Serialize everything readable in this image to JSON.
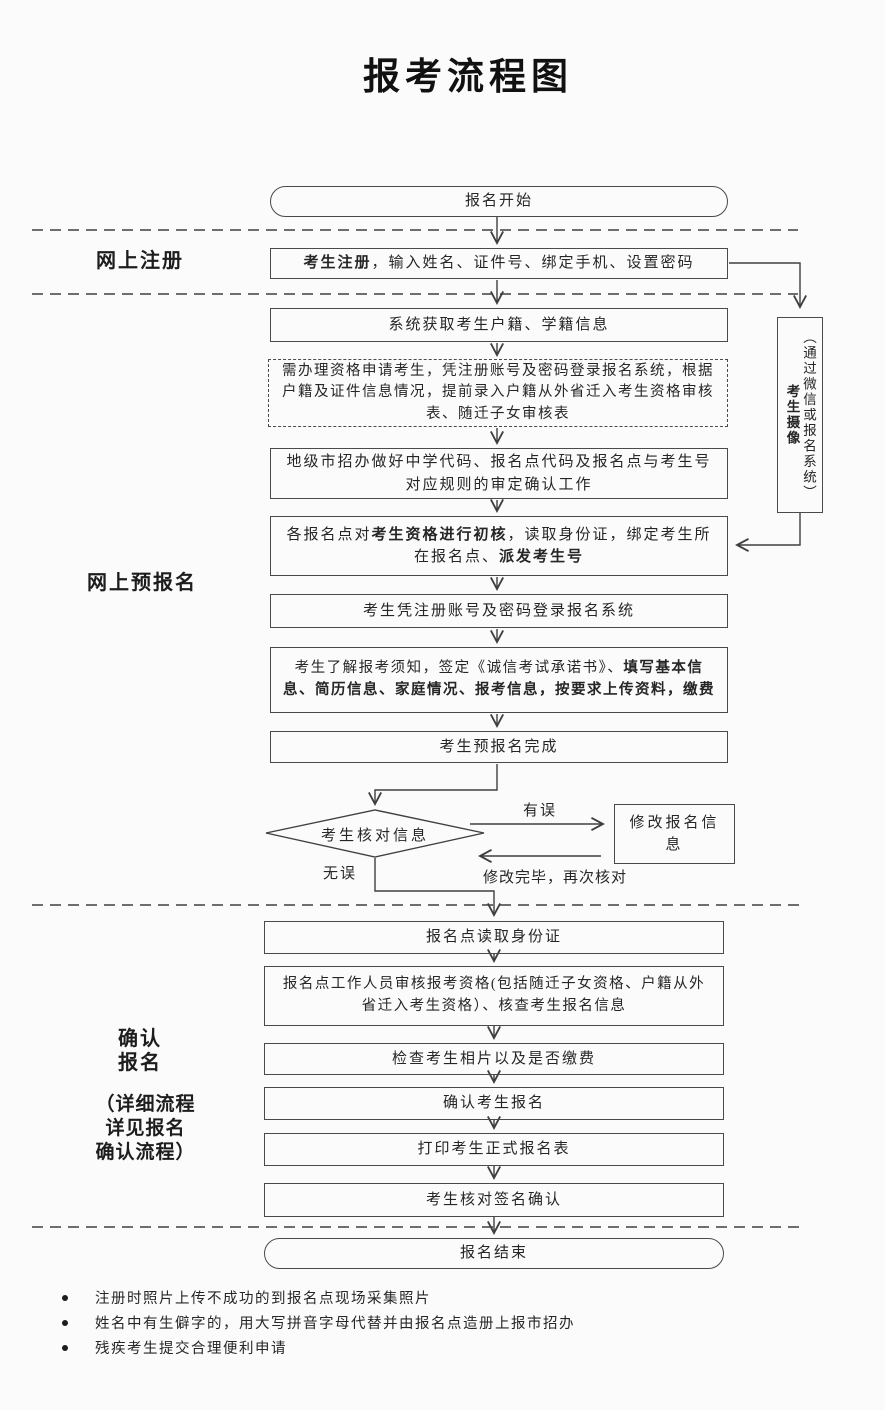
{
  "page": {
    "title": "报考流程图"
  },
  "colors": {
    "line": "#3f3f3f",
    "border": "#4a4a4a",
    "background": "#fbfbfb",
    "text": "#262626"
  },
  "stages": {
    "register": "网上注册",
    "pre_register": "网上预报名",
    "confirm_line1": "确认",
    "confirm_line2": "报名",
    "confirm_note_line1": "（详细流程",
    "confirm_note_line2": "详见报名",
    "confirm_note_line3": "确认流程）"
  },
  "nodes": {
    "start": "报名开始",
    "register": {
      "segments": [
        {
          "t": "考生注册",
          "b": true
        },
        {
          "t": "，输入姓名、证件号、绑定手机、设置密码",
          "b": false
        }
      ]
    },
    "fetch_info": "系统获取考生户籍、学籍信息",
    "qualification": "需办理资格申请考生，凭注册账号及密码登录报名系统，根据户籍及证件信息情况，提前录入户籍从外省迁入考生资格审核表、随迁子女审核表",
    "city_office": "地级市招办做好中学代码、报名点代码及报名点与考生号对应规则的审定确认工作",
    "site_check": {
      "segments": [
        {
          "t": "各报名点对",
          "b": false
        },
        {
          "t": "考生资格进行初核",
          "b": true
        },
        {
          "t": "，读取身份证，绑定考生所在报名点、",
          "b": false
        },
        {
          "t": "派发考生号",
          "b": true
        }
      ]
    },
    "login": "考生凭注册账号及密码登录报名系统",
    "fill_info": {
      "segments": [
        {
          "t": "考生了解报考须知，签定《诚信考试承诺书》、",
          "b": false
        },
        {
          "t": "填写基本信息、简历信息、家庭情况、报考信息，按要求上传资料，缴费",
          "b": true
        }
      ]
    },
    "pre_reg_done": "考生预报名完成",
    "decision": "考生核对信息",
    "modify": "修改报名信息",
    "id_read": "报名点读取身份证",
    "site_audit": "报名点工作人员审核报考资格(包括随迁子女资格、户籍从外省迁入考生资格）、核查考生报名信息",
    "photo_fee": "检查考生相片以及是否缴费",
    "confirm_reg": "确认考生报名",
    "print_form": "打印考生正式报名表",
    "sign_confirm": "考生核对签名确认",
    "end": "报名结束",
    "camera_bold": "考生摄像",
    "camera_note": "（通过微信或报名系统）"
  },
  "edge_labels": {
    "error": "有误",
    "no_error": "无误",
    "recheck": "修改完毕，再次核对"
  },
  "notes": [
    "注册时照片上传不成功的到报名点现场采集照片",
    "姓名中有生僻字的，用大写拼音字母代替并由报名点造册上报市招办",
    "残疾考生提交合理便利申请"
  ]
}
